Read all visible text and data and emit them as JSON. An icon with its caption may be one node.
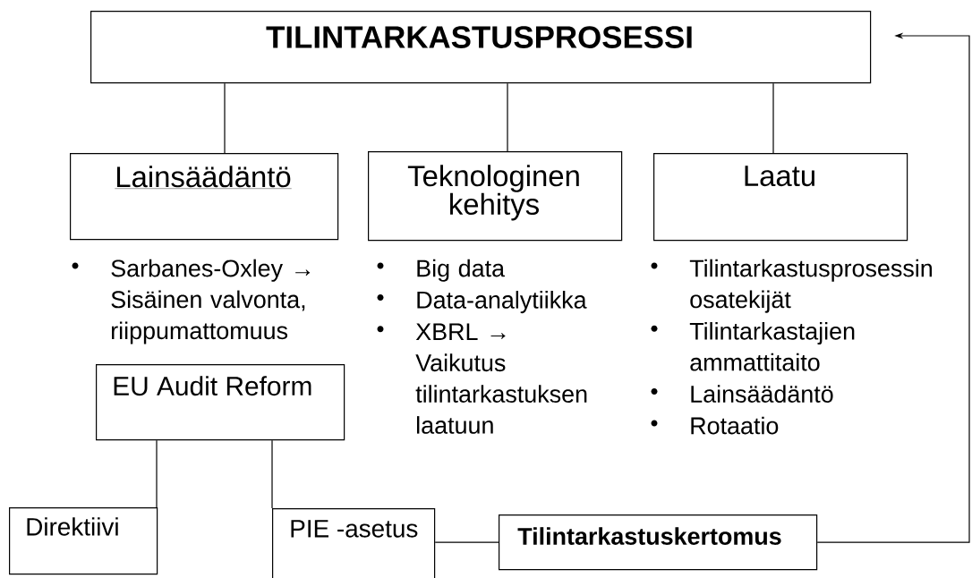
{
  "diagram": {
    "nodes": [
      {
        "text": [
          "TILINTARKASTUSPROSESSI"
        ]
      },
      {
        "text": [
          "Lainsäädäntö"
        ],
        "beside": [
          "Sarbanes-Oxley → Sisäinen valvonta, riippumattomuus"
        ]
      },
      {
        "text": [
          "Teknologinen kehitys"
        ],
        "beside": [
          "Big data",
          "Data-analytiikka",
          "XBRL → Vaikutus tilintarkastuksen laatuun"
        ]
      },
      {
        "text": [
          "Laatu"
        ],
        "beside": [
          "Tilintarkastusprosessin osatekijät",
          "Tilintarkastajien ammattitaito",
          "Lainsäädäntö",
          "Rotaatio"
        ]
      },
      {
        "text": [
          "EU Audit Reform"
        ]
      },
      {
        "text": [
          "Direktiivi"
        ]
      },
      {
        "text": [
          "PIE -asetus"
        ]
      },
      {
        "text": [
          "Tilintarkastuskertomus"
        ]
      }
    ],
    "edges": [
      {
        "from": 0,
        "to": 1,
        "arrow": "none"
      },
      {
        "from": 0,
        "to": 2,
        "arrow": "none"
      },
      {
        "from": 0,
        "to": 3,
        "arrow": "none"
      },
      {
        "from": 4,
        "to": 5,
        "arrow": "none"
      },
      {
        "from": 4,
        "to": 6,
        "arrow": "none"
      },
      {
        "from": 6,
        "to": 7,
        "arrow": "none"
      },
      {
        "from": 7,
        "to": 0,
        "arrow": "to"
      }
    ]
  }
}
